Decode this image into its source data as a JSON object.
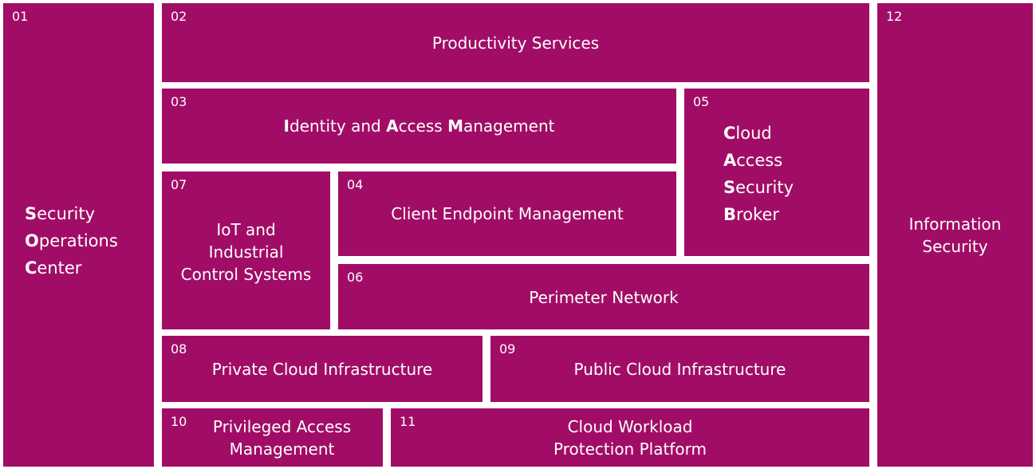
{
  "colors": {
    "tile": "#a10d66",
    "gap": "#ffffff",
    "text": "#ffffff"
  },
  "tiles": [
    {
      "number": "01",
      "lines": [
        [
          {
            "b": "S",
            "t": "ecurity"
          }
        ],
        [
          {
            "b": "O",
            "t": "perations"
          }
        ],
        [
          {
            "b": "C",
            "t": "enter"
          }
        ]
      ]
    },
    {
      "number": "02",
      "lines": [
        [
          {
            "t": "Productivity Services"
          }
        ]
      ]
    },
    {
      "number": "03",
      "lines": [
        [
          {
            "b": "I",
            "t": "dentity and "
          },
          {
            "b": "A",
            "t": "ccess "
          },
          {
            "b": "M",
            "t": "anagement"
          }
        ]
      ]
    },
    {
      "number": "04",
      "lines": [
        [
          {
            "t": "Client Endpoint Management"
          }
        ]
      ]
    },
    {
      "number": "05",
      "lines": [
        [
          {
            "b": "C",
            "t": "loud"
          }
        ],
        [
          {
            "b": "A",
            "t": "ccess"
          }
        ],
        [
          {
            "b": "S",
            "t": "ecurity"
          }
        ],
        [
          {
            "b": "B",
            "t": "roker"
          }
        ]
      ]
    },
    {
      "number": "06",
      "lines": [
        [
          {
            "t": "Perimeter Network"
          }
        ]
      ]
    },
    {
      "number": "07",
      "lines": [
        [
          {
            "t": "IoT and"
          }
        ],
        [
          {
            "t": "Industrial"
          }
        ],
        [
          {
            "t": "Control Systems"
          }
        ]
      ]
    },
    {
      "number": "08",
      "lines": [
        [
          {
            "t": "Private Cloud Infrastructure"
          }
        ]
      ]
    },
    {
      "number": "09",
      "lines": [
        [
          {
            "t": "Public Cloud Infrastructure"
          }
        ]
      ]
    },
    {
      "number": "10",
      "lines": [
        [
          {
            "t": "Privileged Access"
          }
        ],
        [
          {
            "t": "Management"
          }
        ]
      ]
    },
    {
      "number": "11",
      "lines": [
        [
          {
            "t": "Cloud Workload"
          }
        ],
        [
          {
            "t": "Protection Platform"
          }
        ]
      ]
    },
    {
      "number": "12",
      "lines": [
        [
          {
            "t": "Information"
          }
        ],
        [
          {
            "t": "Security"
          }
        ]
      ]
    }
  ]
}
